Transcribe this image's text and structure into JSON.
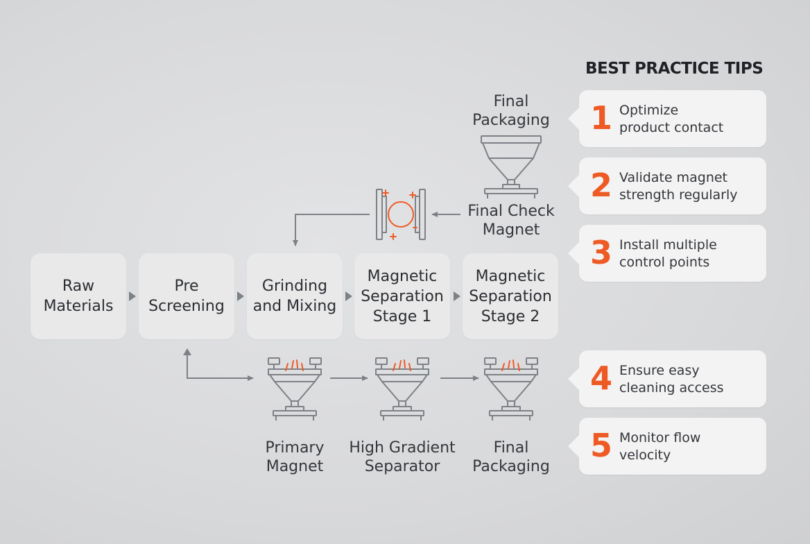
{
  "flow": {
    "stages": [
      {
        "label": "Raw\nMaterials"
      },
      {
        "label": "Pre\nScreening"
      },
      {
        "label": "Grinding\nand Mixing"
      },
      {
        "label": "Magnetic\nSeparation\nStage 1"
      },
      {
        "label": "Magnetic\nSeparation\nStage 2"
      }
    ],
    "top_equipment": {
      "packaging_label": "Final\nPackaging",
      "check_magnet_label": "Final Check\nMagnet"
    },
    "bottom_equipment": [
      {
        "label": "Primary\nMagnet"
      },
      {
        "label": "High Gradient\nSeparator"
      },
      {
        "label": "Final\nPackaging"
      }
    ]
  },
  "tips": {
    "title": "BEST PRACTICE TIPS",
    "items": [
      {
        "number": "1",
        "text": "Optimize\nproduct contact"
      },
      {
        "number": "2",
        "text": "Validate magnet\nstrength regularly"
      },
      {
        "number": "3",
        "text": "Install multiple\ncontrol points"
      },
      {
        "number": "4",
        "text": "Ensure easy\ncleaning access"
      },
      {
        "number": "5",
        "text": "Monitor flow\nvelocity"
      }
    ]
  },
  "colors": {
    "accent": "#ee5a24",
    "line": "#7d8085",
    "box": "#e9e9ea",
    "tip_box": "#f3f3f3"
  }
}
